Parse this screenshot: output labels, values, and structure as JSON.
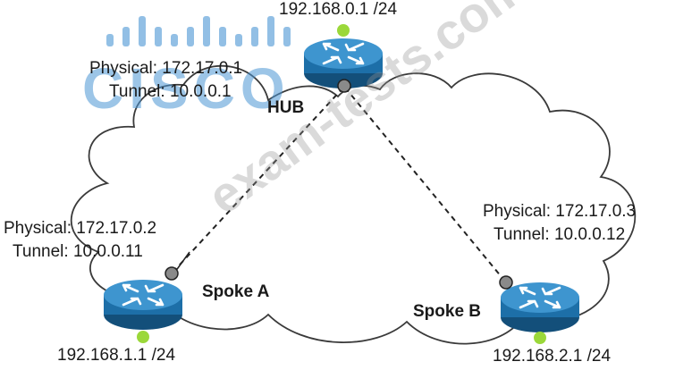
{
  "colors": {
    "router_body": "#1d6fa8",
    "router_top": "#3e95cf",
    "router_arrows": "#ffffff",
    "lan_dot": "#9bd83a",
    "tunnel_dot": "#8a8a8a",
    "cloud_stroke": "#3a3a3a",
    "cisco_logo": "#4a96d4"
  },
  "watermark": {
    "cisco_text": "CISCO",
    "site_text": "exam-tests.com"
  },
  "hub": {
    "name": "HUB",
    "lan": "192.168.0.1 /24",
    "physical": "Physical: 172.17.0.1",
    "tunnel": "Tunnel: 10.0.0.1",
    "icon": "router-icon"
  },
  "spoke_a": {
    "name": "Spoke A",
    "lan": "192.168.1.1 /24",
    "physical": "Physical: 172.17.0.2",
    "tunnel": "Tunnel: 10.0.0.11",
    "icon": "router-icon"
  },
  "spoke_b": {
    "name": "Spoke B",
    "lan": "192.168.2.1 /24",
    "physical": "Physical: 172.17.0.3",
    "tunnel": "Tunnel: 10.0.0.12",
    "icon": "router-icon"
  },
  "links": [
    {
      "from": "hub",
      "to": "spoke_a",
      "style": "dashed"
    },
    {
      "from": "hub",
      "to": "spoke_b",
      "style": "dashed"
    }
  ]
}
